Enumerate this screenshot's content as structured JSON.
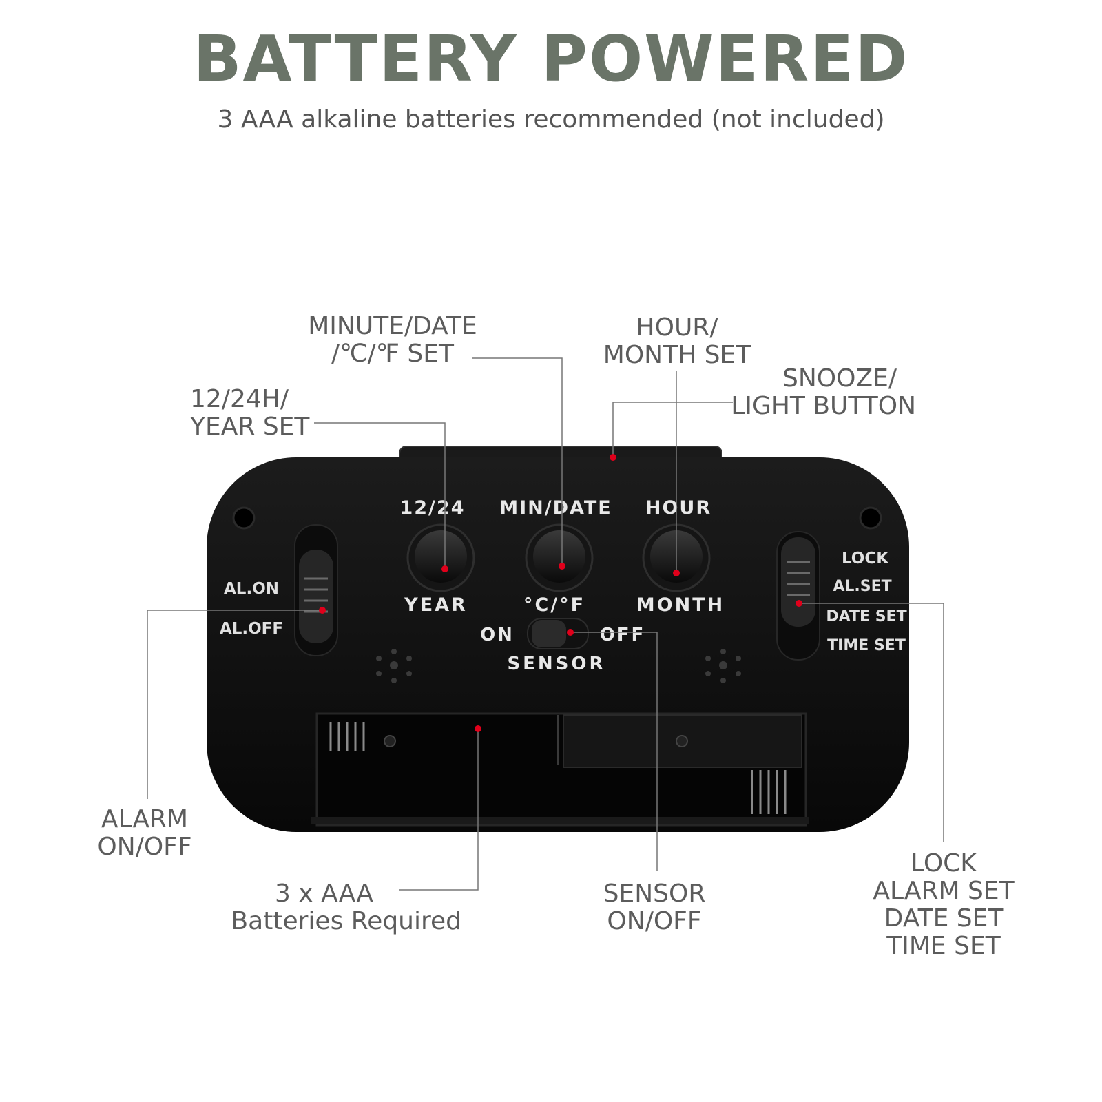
{
  "header": {
    "title": "BATTERY POWERED",
    "subtitle": "3 AAA alkaline batteries recommended (not included)"
  },
  "callouts": {
    "minute_date": [
      "MINUTE/DATE",
      "/℃/℉ SET"
    ],
    "hour_month": [
      "HOUR/",
      "MONTH SET"
    ],
    "snooze_light": [
      "SNOOZE/",
      "LIGHT BUTTON"
    ],
    "year_set": [
      "12/24H/",
      "YEAR SET"
    ],
    "alarm_onoff": [
      "ALARM",
      "ON/OFF"
    ],
    "batteries": [
      "3 x AAA",
      "Batteries Required"
    ],
    "sensor_onoff": [
      "SENSOR",
      "ON/OFF"
    ],
    "mode_switch": [
      "LOCK",
      "ALARM SET",
      "DATE SET",
      "TIME SET"
    ]
  },
  "device": {
    "labels_top": [
      "12/24",
      "MIN/DATE",
      "HOUR"
    ],
    "labels_bottom": [
      "YEAR",
      "°C/°F",
      "MONTH"
    ],
    "left_switch": [
      "AL.ON",
      "AL.OFF"
    ],
    "right_switch": [
      "LOCK",
      "AL.SET",
      "DATE SET",
      "TIME SET"
    ],
    "sensor": {
      "on": "ON",
      "off": "OFF",
      "label": "SENSOR"
    }
  },
  "colors": {
    "title": "#6a7468",
    "marker": "#e0001b",
    "body": "#0e0e0e"
  }
}
